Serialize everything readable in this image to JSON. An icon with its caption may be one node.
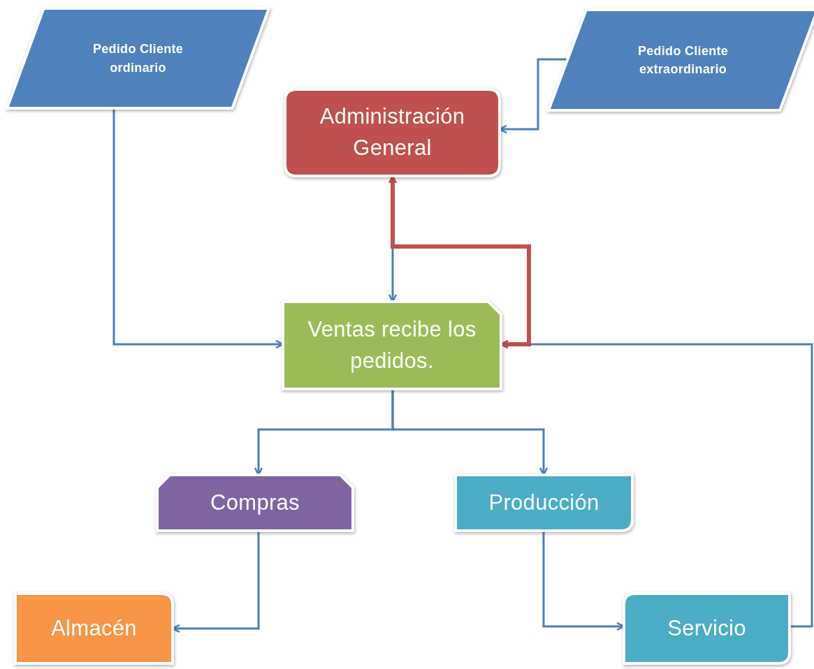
{
  "diagram": {
    "nodes": [
      {
        "text": [
          "Pedido Cliente ordinario"
        ]
      },
      {
        "text": [
          "Pedido Cliente extraordinario"
        ]
      },
      {
        "text": [
          "Administración General"
        ]
      },
      {
        "text": [
          "Ventas recibe los pedidos."
        ]
      },
      {
        "text": [
          "Compras"
        ]
      },
      {
        "text": [
          "Producción"
        ]
      },
      {
        "text": [
          "Almacén"
        ]
      },
      {
        "text": [
          "Servicio"
        ]
      }
    ],
    "edges": [
      {
        "from": 0,
        "to": 3,
        "arrow": "to"
      },
      {
        "from": 1,
        "to": 2,
        "arrow": "to"
      },
      {
        "from": 2,
        "to": 3,
        "arrow": "to"
      },
      {
        "from": 3,
        "to": 2,
        "arrow": "both",
        "style": "thick",
        "color": "#c0504d"
      },
      {
        "from": 3,
        "to": 4,
        "arrow": "to"
      },
      {
        "from": 3,
        "to": 5,
        "arrow": "to"
      },
      {
        "from": 4,
        "to": 6,
        "arrow": "to"
      },
      {
        "from": 5,
        "to": 7,
        "arrow": "to"
      },
      {
        "from": 7,
        "to": 3,
        "arrow": "to"
      }
    ]
  }
}
